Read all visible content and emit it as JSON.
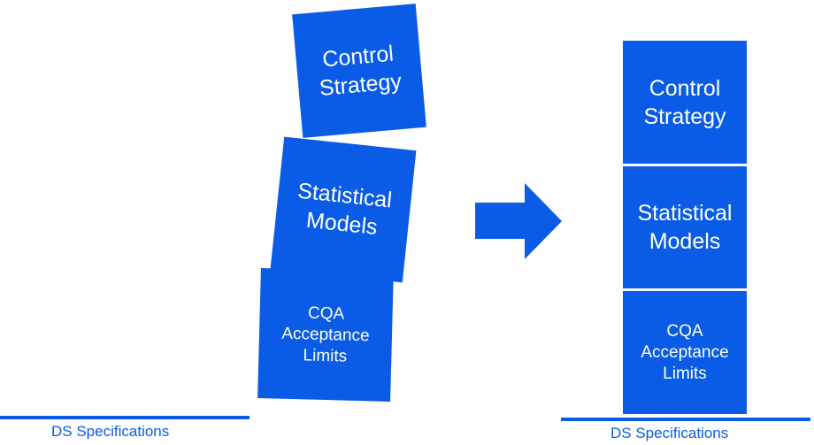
{
  "before": {
    "blocks": [
      {
        "label": "Control\nStrategy"
      },
      {
        "label": "Statistical\nModels"
      },
      {
        "label": "CQA\nAcceptance\nLimits"
      }
    ],
    "base_label": "DS Specifications"
  },
  "after": {
    "blocks": [
      {
        "label": "Control\nStrategy"
      },
      {
        "label": "Statistical\nModels"
      },
      {
        "label": "CQA\nAcceptance\nLimits"
      }
    ],
    "base_label": "DS Specifications"
  },
  "colors": {
    "block": "#0a5ce6",
    "text": "#ffffff"
  },
  "icons": {
    "transition": "right-arrow-icon"
  }
}
